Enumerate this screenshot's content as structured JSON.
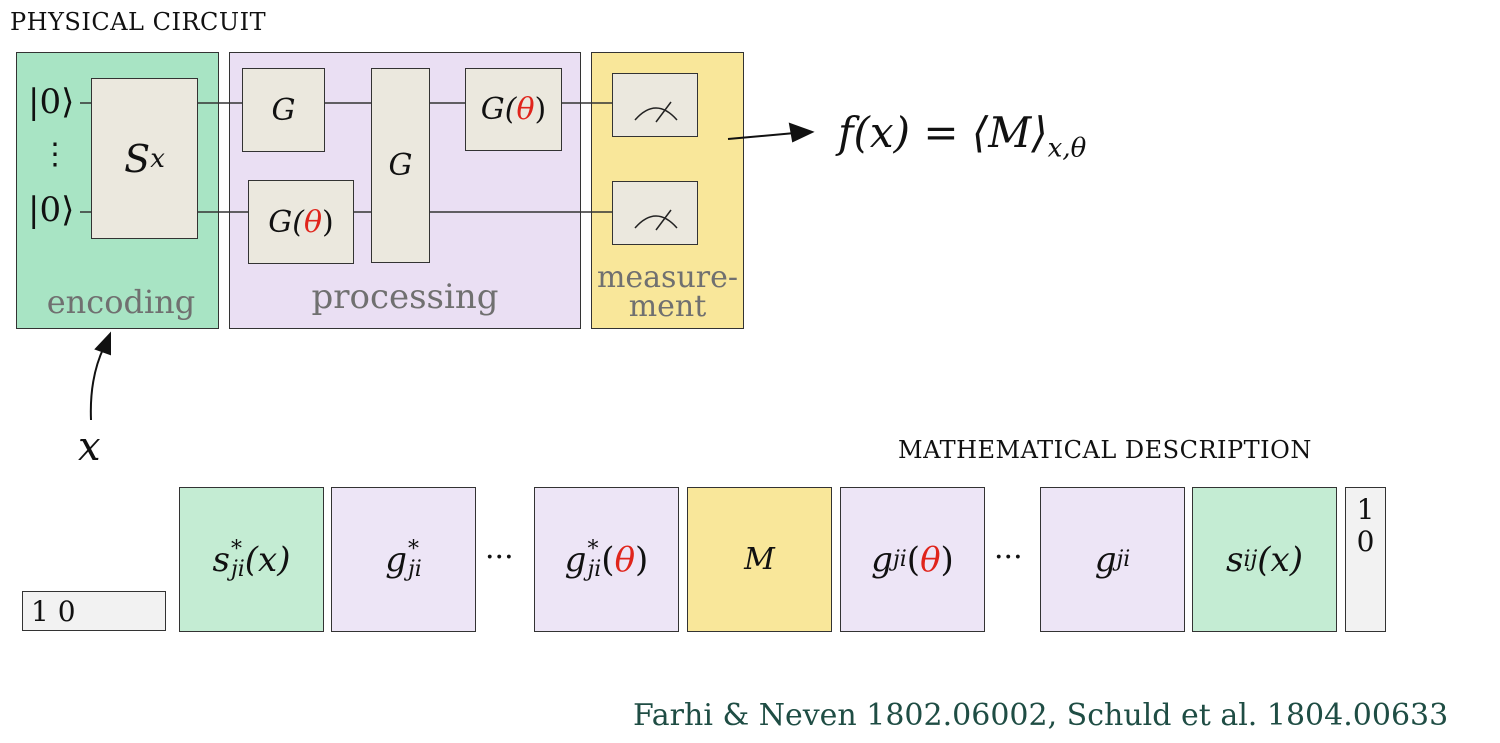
{
  "header": {
    "physical_title": "PHYSICAL CIRCUIT",
    "math_title": "MATHEMATICAL DESCRIPTION"
  },
  "circuit": {
    "ket_top": "|0⟩",
    "ket_bottom": "|0⟩",
    "vdots": "⋮",
    "encoding_gate": "S",
    "encoding_gate_sub": "x",
    "gate_G": "G",
    "gate_Gtheta_pre": "G(",
    "theta": "θ",
    "gate_Gtheta_post": ")",
    "panels": {
      "encoding": "encoding",
      "processing": "processing",
      "measurement_1": "measure-",
      "measurement_2": "ment"
    },
    "output_formula": "f(x) = ⟨M⟩",
    "output_sub": "x,θ",
    "input_label": "x"
  },
  "math": {
    "left_vector": "1 0",
    "right_vector_1": "1",
    "right_vector_2": "0",
    "tiles": {
      "s_star": {
        "base": "s",
        "sup": "*",
        "sub": "ji",
        "arg": "(x)"
      },
      "g_star": {
        "base": "g",
        "sup": "*",
        "sub": "ji"
      },
      "dots": "···",
      "g_star_theta": {
        "base": "g",
        "sup": "*",
        "sub": "ji",
        "arg_pre": "(",
        "arg_post": ")"
      },
      "M": "M",
      "g_theta": {
        "base": "g",
        "sub": "ji",
        "arg_pre": "(",
        "arg_post": ")"
      },
      "g": {
        "base": "g",
        "sub": "ji"
      },
      "s": {
        "base": "s",
        "sub": "ij",
        "arg": "(x)"
      }
    }
  },
  "reference": "Farhi & Neven 1802.06002, Schuld et al.  1804.00633",
  "colors": {
    "encoding": "#a8e4c4",
    "processing": "#eadff3",
    "measurement": "#f9e79a",
    "theta": "#e0241b",
    "reference": "#1f4d44"
  }
}
